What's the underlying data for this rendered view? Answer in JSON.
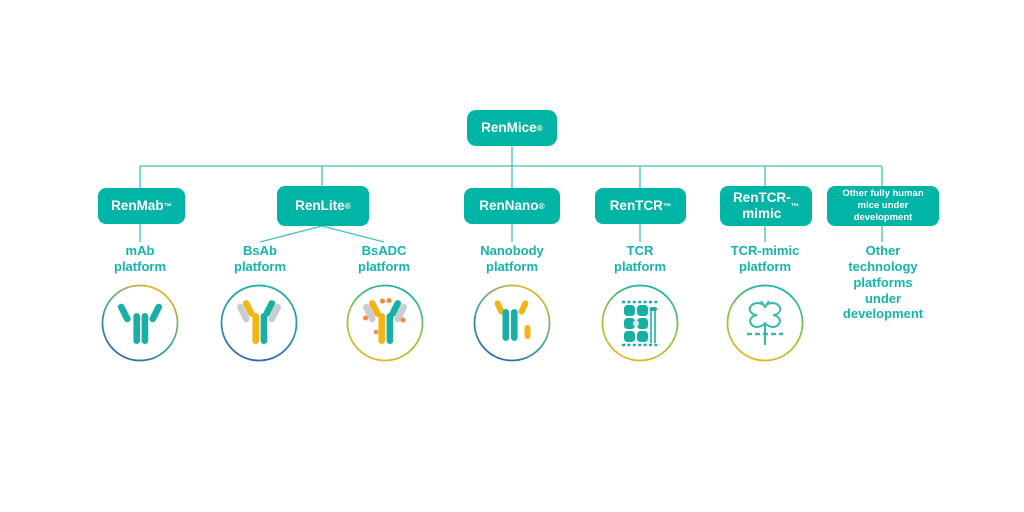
{
  "diagram": {
    "title": "RenMice platform technology tree",
    "colors": {
      "brand_teal": "#00b5a5",
      "caption_teal": "#16b3ae",
      "connector": "#3fc3bb",
      "ring_yellow": "#f0b323",
      "ring_blue": "#2b62b0",
      "accent_orange": "#f08a3c",
      "accent_gray": "#c9cdd2",
      "background": "#ffffff"
    },
    "root": {
      "label": "RenMice",
      "mark": "®",
      "name": "renmice"
    },
    "branches": [
      {
        "name": "renmab",
        "label": "RenMab",
        "mark": "™",
        "caption": "mAb\nplatform",
        "icon": "antibody-mab-icon",
        "ring": "yellow-blue-gradient"
      },
      {
        "name": "renlite",
        "label": "RenLite",
        "mark": "®",
        "children": [
          {
            "name": "bsab",
            "caption": "BsAb\nplatform",
            "icon": "antibody-bispecific-icon",
            "ring": "teal-blue-gradient"
          },
          {
            "name": "bsadc",
            "caption": "BsADC\nplatform",
            "icon": "antibody-drug-conjugate-icon",
            "ring": "teal-yellow-gradient"
          }
        ]
      },
      {
        "name": "rennano",
        "label": "RenNano",
        "mark": "®",
        "caption": "Nanobody\nplatform",
        "icon": "nanobody-icon",
        "ring": "yellow-blue-gradient"
      },
      {
        "name": "rentcr",
        "label": "RenTCR",
        "mark": "™",
        "caption": "TCR\nplatform",
        "icon": "tcr-receptor-icon",
        "ring": "teal-yellow-gradient"
      },
      {
        "name": "rentcr-mimic",
        "label": "RenTCR-\nmimic",
        "mark": "™",
        "caption": "TCR-mimic\nplatform",
        "icon": "tcr-mimic-icon",
        "ring": "teal-yellow-gradient"
      },
      {
        "name": "other-mice",
        "label": "Other fully human\nmice under\ndevelopment",
        "mark": "",
        "caption": "Other\ntechnology\nplatforms\nunder\ndevelopment",
        "icon": "",
        "ring": ""
      }
    ]
  }
}
